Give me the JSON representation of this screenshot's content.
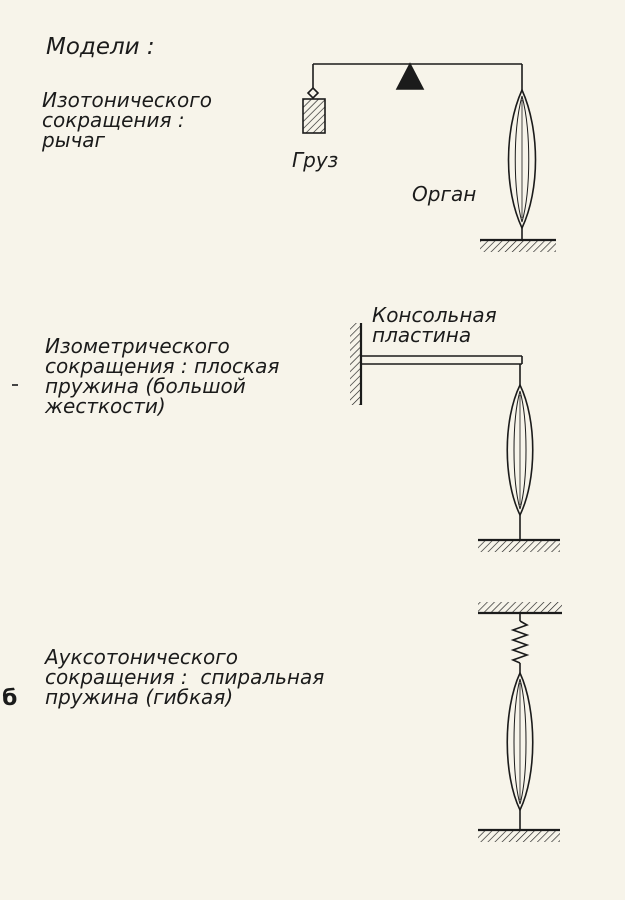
{
  "heading": "Модели :",
  "models": [
    {
      "id": "isotonic",
      "lines": [
        "Изотонического",
        "сокращения :",
        "рычаг"
      ],
      "apparatus_labels": {
        "weight": "Груз",
        "organ": "Орган"
      }
    },
    {
      "id": "isometric",
      "lines": [
        "Изометрического",
        "сокращения : плоская",
        "пружина (большой",
        "жесткости)"
      ],
      "apparatus_labels": {
        "plate": "Консольная\nпластина"
      }
    },
    {
      "id": "auxotonic",
      "lines": [
        "Ауксотонического",
        "сокращения :  спиральная",
        "пружина (гибкая)"
      ]
    }
  ],
  "margin_letter": "б",
  "colors": {
    "ink": "#1b1b1b",
    "paper": "#f7f4ea"
  }
}
